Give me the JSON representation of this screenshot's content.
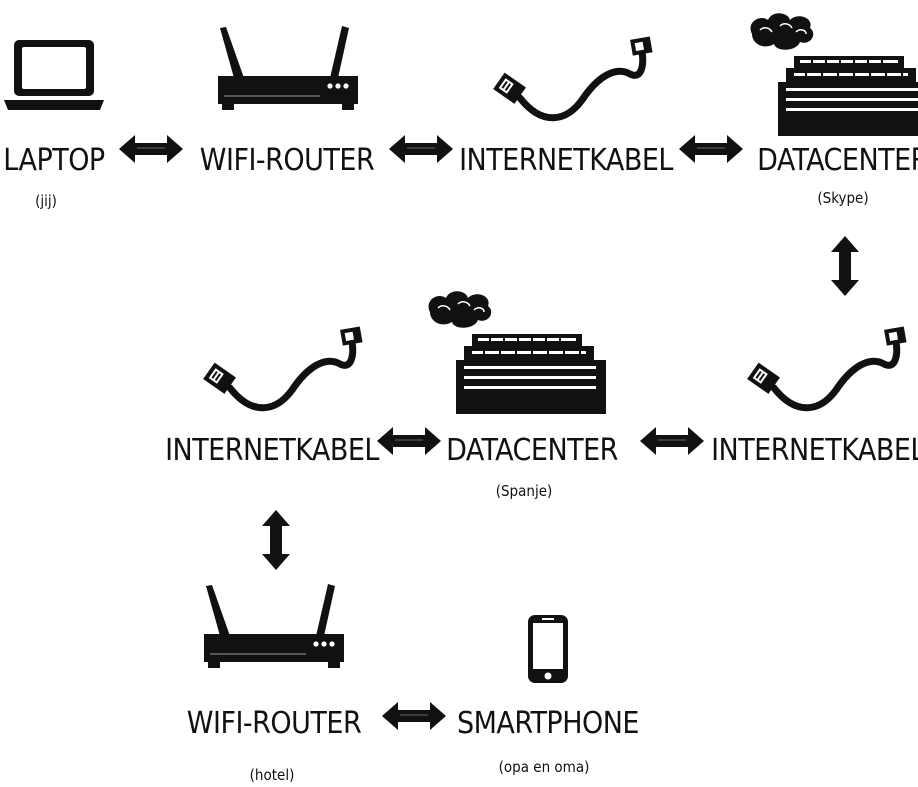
{
  "nodes": [
    {
      "id": "laptop",
      "icon": "laptop-icon",
      "label": "LAPTOP",
      "sublabel": "(jij)"
    },
    {
      "id": "wifi-router-1",
      "icon": "wifi-router-icon",
      "label": "WIFI-ROUTER",
      "sublabel": ""
    },
    {
      "id": "internetkabel-1",
      "icon": "ethernet-cable-icon",
      "label": "INTERNETKABEL",
      "sublabel": ""
    },
    {
      "id": "datacenter-skype",
      "icon": "datacenter-icon",
      "label": "DATACENTER",
      "sublabel": "(Skype)"
    },
    {
      "id": "internetkabel-2",
      "icon": "ethernet-cable-icon",
      "label": "INTERNETKABEL",
      "sublabel": ""
    },
    {
      "id": "datacenter-spanje",
      "icon": "datacenter-icon",
      "label": "DATACENTER",
      "sublabel": "(Spanje)"
    },
    {
      "id": "internetkabel-3",
      "icon": "ethernet-cable-icon",
      "label": "INTERNETKABEL",
      "sublabel": ""
    },
    {
      "id": "wifi-router-2",
      "icon": "wifi-router-icon",
      "label": "WIFI-ROUTER",
      "sublabel": "(hotel)"
    },
    {
      "id": "smartphone",
      "icon": "smartphone-icon",
      "label": "SMARTPHONE",
      "sublabel": "(opa en oma)"
    }
  ],
  "edges": [
    {
      "from": "laptop",
      "to": "wifi-router-1",
      "style": "double-arrow"
    },
    {
      "from": "wifi-router-1",
      "to": "internetkabel-1",
      "style": "double-arrow"
    },
    {
      "from": "internetkabel-1",
      "to": "datacenter-skype",
      "style": "double-arrow"
    },
    {
      "from": "datacenter-skype",
      "to": "internetkabel-2",
      "style": "double-arrow"
    },
    {
      "from": "datacenter-spanje",
      "to": "internetkabel-2",
      "style": "double-arrow"
    },
    {
      "from": "internetkabel-3",
      "to": "datacenter-spanje",
      "style": "double-arrow"
    },
    {
      "from": "internetkabel-3",
      "to": "wifi-router-2",
      "style": "double-arrow"
    },
    {
      "from": "wifi-router-2",
      "to": "smartphone",
      "style": "double-arrow"
    }
  ],
  "colors": {
    "ink": "#111111",
    "background": "#ffffff"
  }
}
